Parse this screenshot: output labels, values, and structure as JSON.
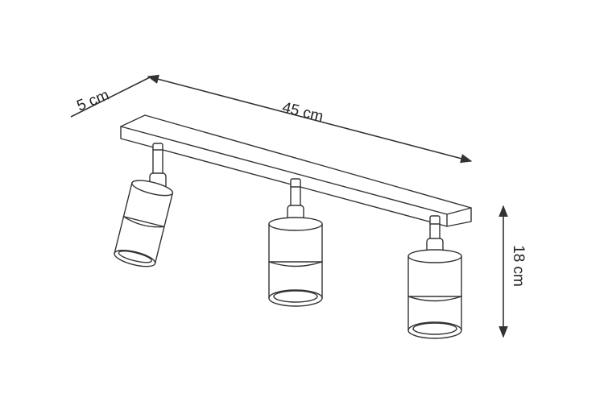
{
  "dimensions": {
    "depth": "5 cm",
    "length": "45 cm",
    "height": "18 cm"
  },
  "colors": {
    "line": "#333333",
    "background": "#ffffff"
  }
}
